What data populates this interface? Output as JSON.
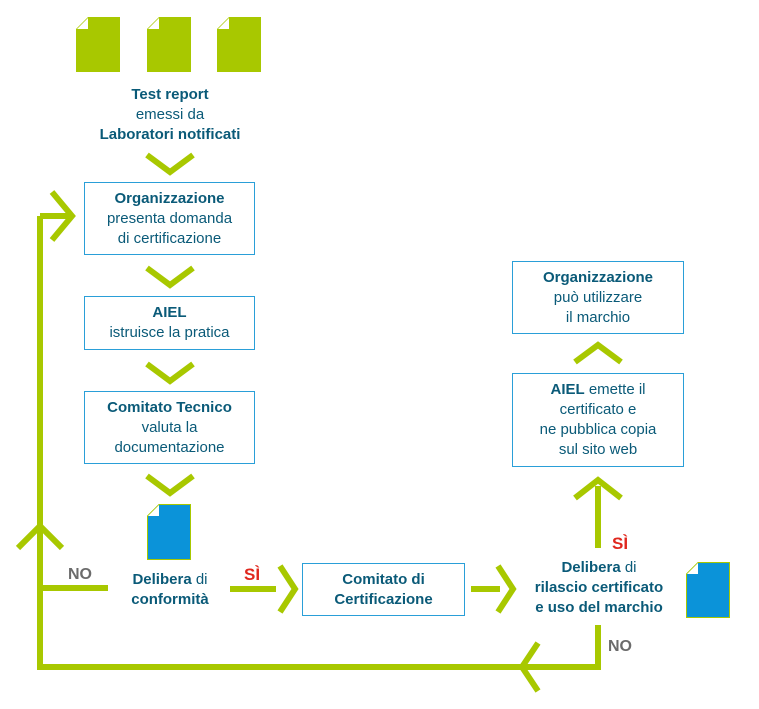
{
  "colors": {
    "arrow": "#a8c800",
    "doc_green": "#a8c800",
    "doc_blue": "#0b93d9",
    "text": "#0a5a78",
    "border": "#2a9fd8",
    "no": "#6b6b6b",
    "si": "#e0281e"
  },
  "test_report": {
    "line1": "Test report",
    "line2": "emessi da",
    "line3": "Laboratori notificati"
  },
  "steps": {
    "domanda": {
      "bold": "Organizzazione",
      "l2": "presenta domanda",
      "l3": "di certificazione"
    },
    "istruisce": {
      "bold": "AIEL",
      "l2": "istruisce la pratica"
    },
    "comitato_tecnico": {
      "bold": "Comitato Tecnico",
      "l2": "valuta la",
      "l3": "documentazione"
    },
    "delibera_conformita": {
      "bold": "Delibera",
      "rest": " di",
      "l2": "conformità"
    },
    "comitato_cert": {
      "l1": "Comitato di",
      "l2": "Certificazione"
    },
    "delibera_rilascio": {
      "bold": "Delibera",
      "rest": " di",
      "l2": "rilascio certificato",
      "l3": "e uso del marchio"
    },
    "emette": {
      "bold": "AIEL",
      "rest": " emette il",
      "l2": "certificato e",
      "l3": "ne pubblica copia",
      "l4": "sul sito web"
    },
    "utilizza": {
      "bold": "Organizzazione",
      "l2": "può utilizzare",
      "l3": "il marchio"
    }
  },
  "labels": {
    "no": "NO",
    "si": "SÌ"
  }
}
